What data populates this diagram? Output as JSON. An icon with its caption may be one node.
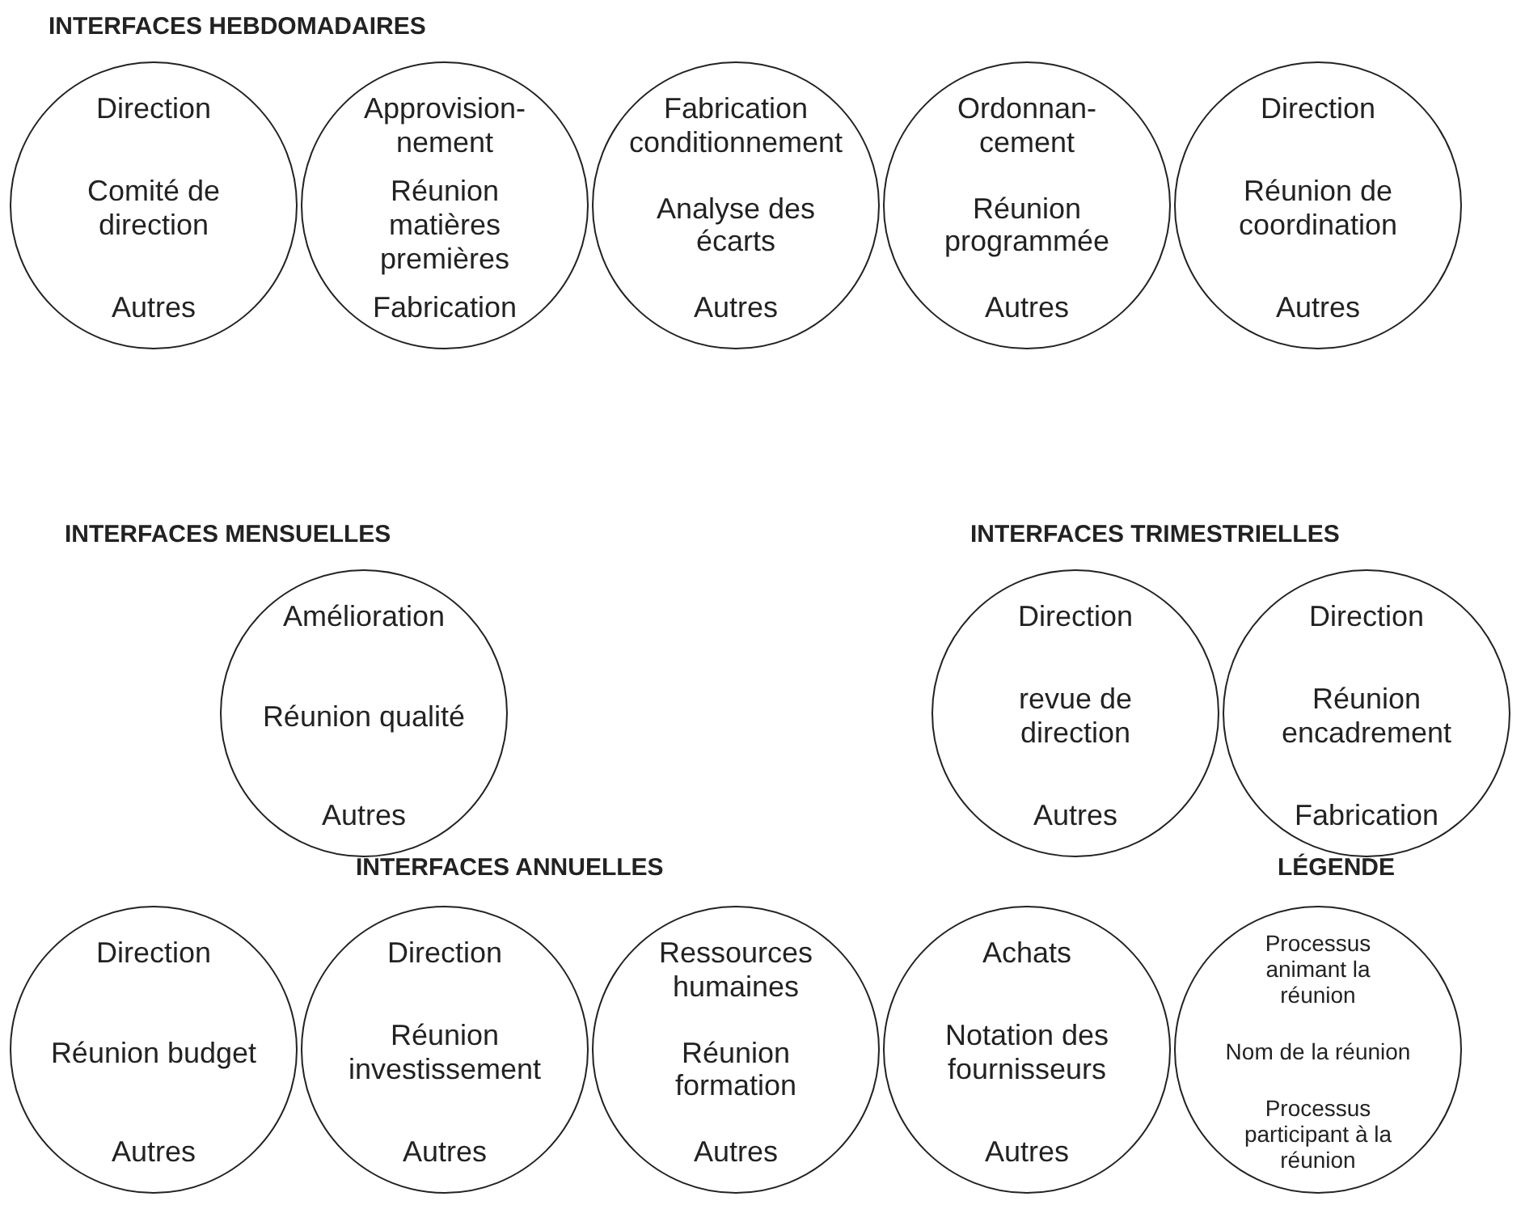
{
  "diagram": {
    "nodes": [
      {
        "text": [
          "Direction",
          "Comité de direction",
          "Autres"
        ]
      },
      {
        "text": [
          "Approvision-nement",
          "Réunion matières premières",
          "Fabrication"
        ]
      },
      {
        "text": [
          "Fabrication conditionnement",
          "Analyse des écarts",
          "Autres"
        ]
      },
      {
        "text": [
          "Ordonnan-cement",
          "Réunion programmée",
          "Autres"
        ]
      },
      {
        "text": [
          "Direction",
          "Réunion de coordination",
          "Autres"
        ]
      },
      {
        "text": [
          "Amélioration",
          "Réunion qualité",
          "Autres"
        ]
      },
      {
        "text": [
          "Direction",
          "revue de direction",
          "Autres"
        ]
      },
      {
        "text": [
          "Direction",
          "Réunion encadrement",
          "Fabrication"
        ]
      },
      {
        "text": [
          "Direction",
          "Réunion budget",
          "Autres"
        ]
      },
      {
        "text": [
          "Direction",
          "Réunion investissement",
          "Autres"
        ]
      },
      {
        "text": [
          "Ressources humaines",
          "Réunion formation",
          "Autres"
        ]
      },
      {
        "text": [
          "Achats",
          "Notation des fournisseurs",
          "Autres"
        ]
      },
      {
        "text": [
          "Processus animant la réunion",
          "Nom de la réunion",
          "Processus participant à la réunion"
        ]
      }
    ],
    "labels": [
      "INTERFACES HEBDOMADAIRES",
      "INTERFACES MENSUELLES",
      "INTERFACES TRIMESTRIELLES",
      "INTERFACES ANNUELLES",
      "LÉGENDE"
    ]
  }
}
